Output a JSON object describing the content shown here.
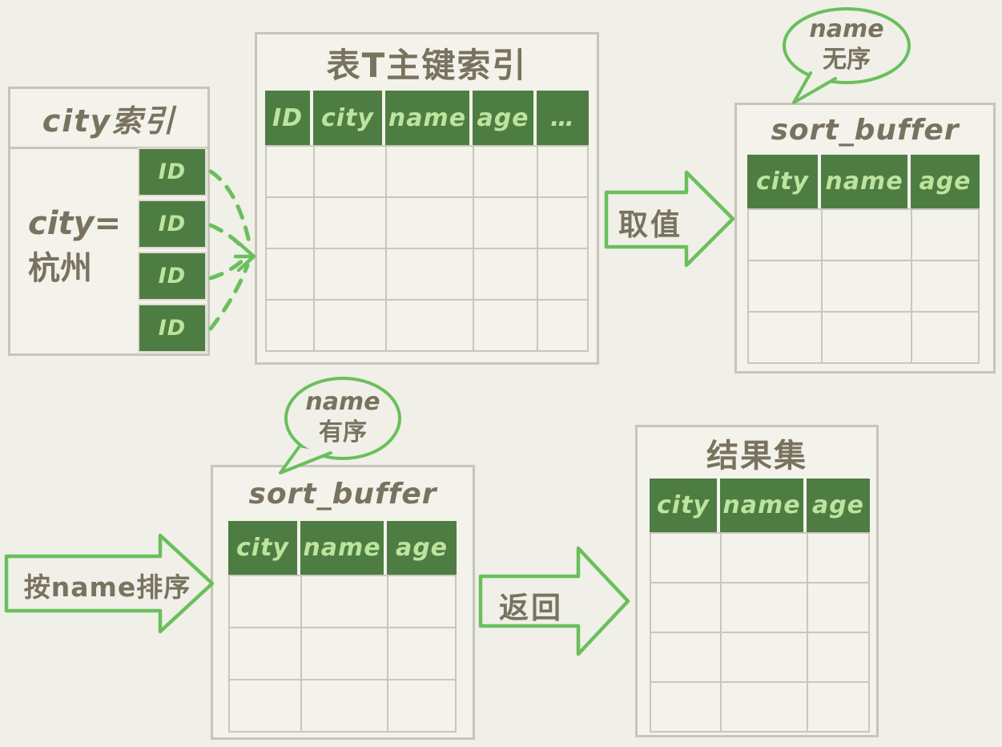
{
  "colors": {
    "background": "#f0efe8",
    "table_fill": "#f3f2eb",
    "table_border": "#c7c5ba",
    "header_green": "#4e7d43",
    "header_text_green": "#bce49d",
    "ink_text": "#78725f",
    "arrow_green": "#6abf5c"
  },
  "city_index": {
    "title": "city索引",
    "filter_line1": "city=",
    "filter_line2": "杭州",
    "id_cells": [
      "ID",
      "ID",
      "ID",
      "ID"
    ]
  },
  "primary_key_index": {
    "title": "表T主键索引",
    "columns": [
      "ID",
      "city",
      "name",
      "age",
      "…"
    ],
    "empty_row_count": 4
  },
  "sort_buffer_top": {
    "title": "sort_buffer",
    "columns": [
      "city",
      "name",
      "age"
    ],
    "empty_row_count": 3,
    "bubble": {
      "line1": "name",
      "line2": "无序"
    }
  },
  "sort_buffer_bottom": {
    "title": "sort_buffer",
    "columns": [
      "city",
      "name",
      "age"
    ],
    "empty_row_count": 3,
    "bubble": {
      "line1": "name",
      "line2": "有序"
    }
  },
  "result_set": {
    "title": "结果集",
    "columns": [
      "city",
      "name",
      "age"
    ],
    "empty_row_count": 4
  },
  "arrows": {
    "fetch": "取值",
    "sort": "按name排序",
    "return": "返回"
  }
}
